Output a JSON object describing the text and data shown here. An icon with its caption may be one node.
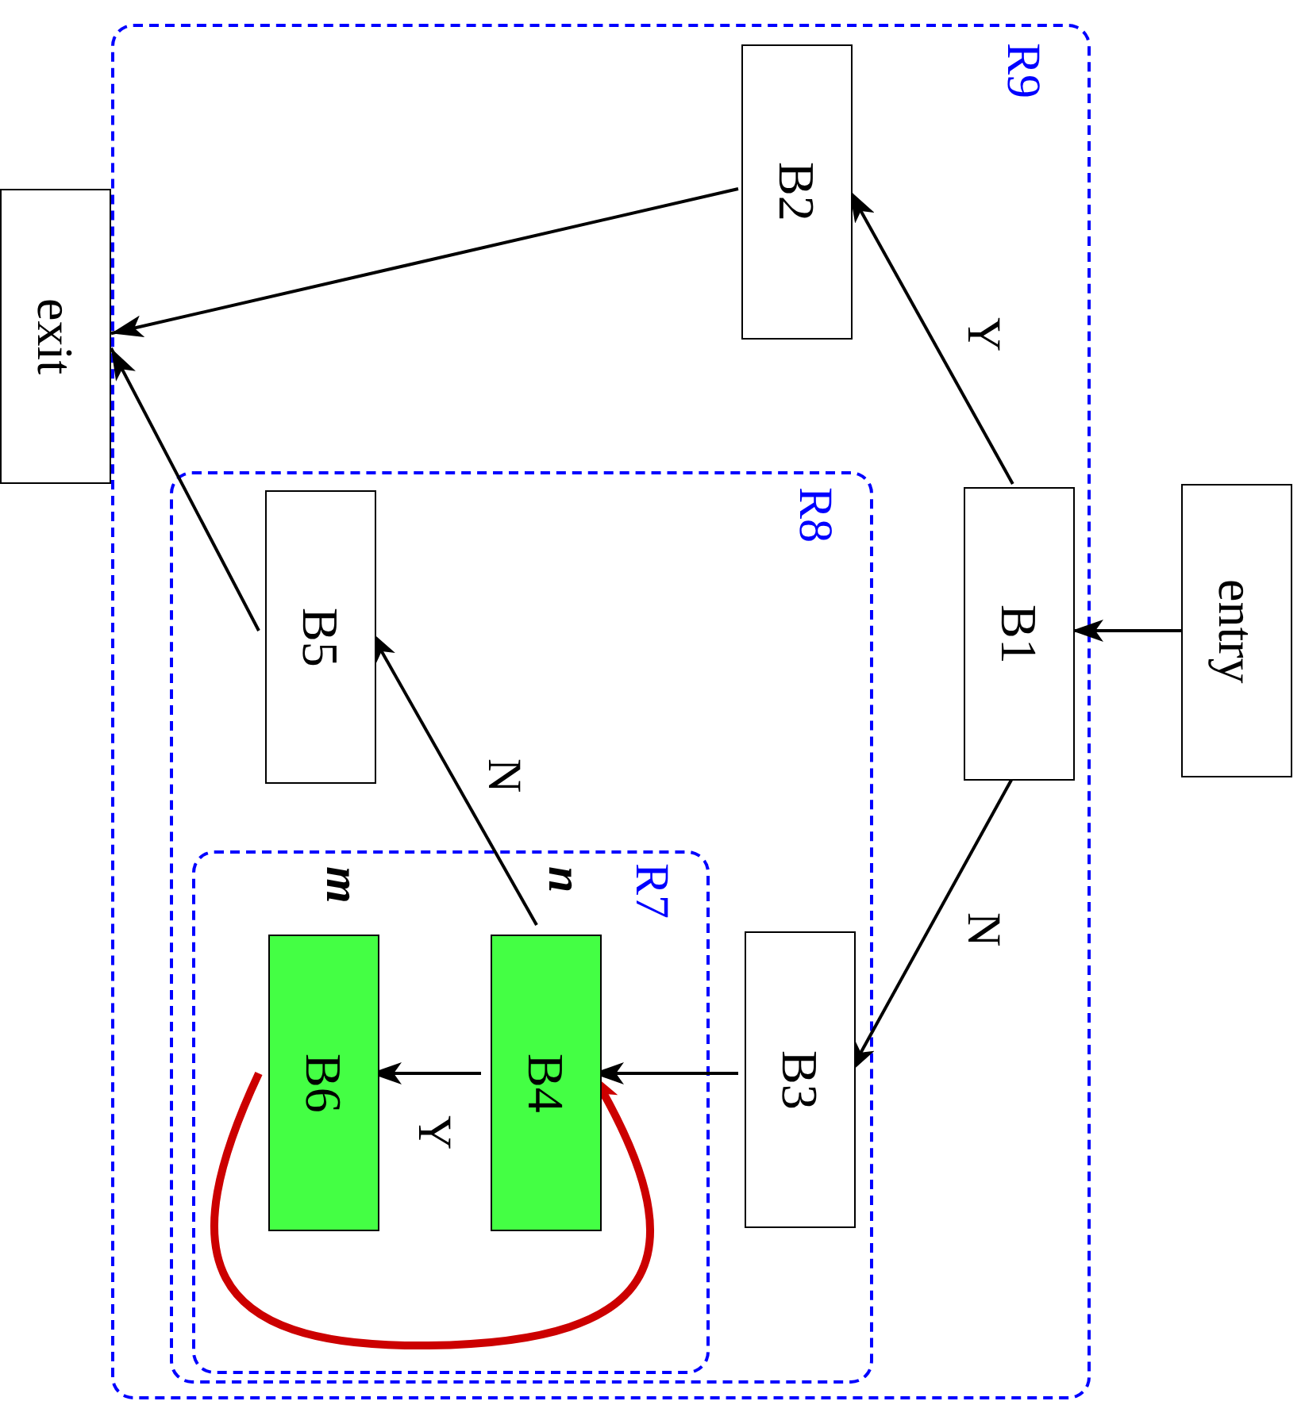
{
  "diagram": {
    "nodes": [
      {
        "text": [
          "R9"
        ]
      },
      {
        "text": [
          "B2"
        ],
        "in": 0
      },
      {
        "text": [
          "B1"
        ],
        "in": 0
      },
      {
        "text": [
          "R8"
        ],
        "in": 0
      },
      {
        "text": [
          "B5"
        ],
        "in": 3
      },
      {
        "text": [
          "B3"
        ],
        "in": 3
      },
      {
        "text": [
          "R7"
        ],
        "in": 3
      },
      {
        "text": [
          "B4"
        ],
        "in": 6,
        "beside": [
          "n"
        ]
      },
      {
        "text": [
          "B6"
        ],
        "in": 6,
        "beside": [
          "m"
        ]
      },
      {
        "text": [
          "exit"
        ]
      },
      {
        "text": [
          "entry"
        ]
      }
    ],
    "edges": [
      {
        "from": 10,
        "to": 2,
        "arrow": "to"
      },
      {
        "from": 2,
        "to": 1,
        "arrow": "to",
        "label": "Y"
      },
      {
        "from": 2,
        "to": 5,
        "arrow": "to",
        "label": "N"
      },
      {
        "from": 1,
        "to": 9,
        "arrow": "to"
      },
      {
        "from": 4,
        "to": 9,
        "arrow": "to"
      },
      {
        "from": 5,
        "to": 7,
        "arrow": "to"
      },
      {
        "from": 7,
        "to": 4,
        "arrow": "to",
        "label": "N"
      },
      {
        "from": 7,
        "to": 8,
        "arrow": "to",
        "label": "Y"
      },
      {
        "from": 8,
        "to": 7,
        "arrow": "to",
        "style": "thick",
        "color": "#cc0000"
      }
    ]
  }
}
